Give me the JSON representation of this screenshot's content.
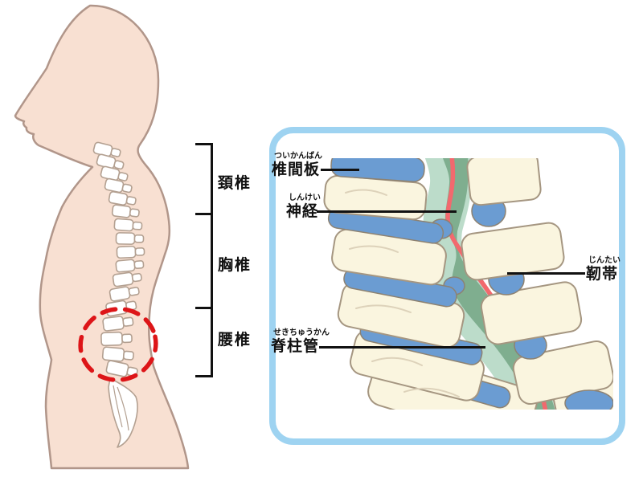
{
  "figure": {
    "description": "side profile of human body with spine, lumbar region circled",
    "region_labels": [
      {
        "id": "cervical",
        "label": "頚椎"
      },
      {
        "id": "thoracic",
        "label": "胸椎"
      },
      {
        "id": "lumbar",
        "label": "腰椎"
      }
    ]
  },
  "panel": {
    "description": "cross-section of lumbar spine",
    "annotations": {
      "disc": {
        "furigana": "ついかんばん",
        "label": "椎間板"
      },
      "nerve": {
        "furigana": "しんけい",
        "label": "神経"
      },
      "ligament": {
        "furigana": "じんたい",
        "label": "靭帯"
      },
      "canal": {
        "furigana": "せきちゅうかん",
        "label": "脊柱管"
      }
    }
  },
  "colors": {
    "skin": "#f8e0d2",
    "skin_outline": "#b1968a",
    "bone_white": "#ffffff",
    "bone_outline": "#b3a091",
    "highlight_red": "#dd1518",
    "panel_border": "#9ed3f1",
    "vertebra_cream": "#faf5df",
    "vertebra_outline": "#a59681",
    "disc_blue": "#6b9cd2",
    "disc_outline": "#8d8272",
    "canal_light_green": "#bcdcca",
    "canal_dark_green": "#7fae8f",
    "nerve_red": "#f2696e",
    "label_black": "#111111"
  }
}
